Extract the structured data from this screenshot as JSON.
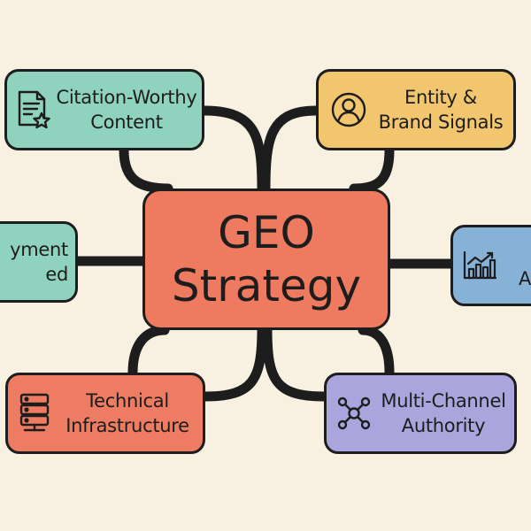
{
  "colors": {
    "background": "#f8f1e2",
    "outline": "#1d1d1d",
    "center": "#ee7a5f",
    "teal": "#8fd3bf",
    "yellow": "#f2c66e",
    "blue": "#87b2d8",
    "coral": "#ee7c62",
    "lavender": "#aaa6dd"
  },
  "center": {
    "line1": "GEO",
    "line2": "Strategy"
  },
  "nodes": {
    "citation": {
      "line1": "Citation-Worthy",
      "line2": "Content",
      "icon": "document-star-icon",
      "color": "#8fd3bf"
    },
    "entity": {
      "line1": "Entity &",
      "line2": "Brand Signals",
      "icon": "user-circle-icon",
      "color": "#f2c66e"
    },
    "deployment": {
      "line1": "yment",
      "line2": "ed",
      "color": "#8fd3bf"
    },
    "analytics": {
      "line1": "A",
      "icon": "bar-chart-icon",
      "color": "#87b2d8"
    },
    "technical": {
      "line1": "Technical",
      "line2": "Infrastructure",
      "icon": "database-server-icon",
      "color": "#ee7c62"
    },
    "multichannel": {
      "line1": "Multi-Channel",
      "line2": "Authority",
      "icon": "network-nodes-icon",
      "color": "#aaa6dd"
    }
  }
}
